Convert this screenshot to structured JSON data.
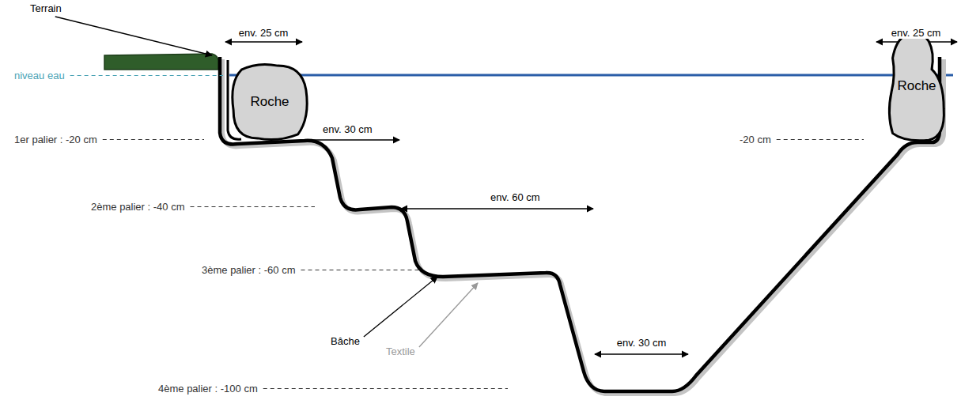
{
  "diagram": {
    "nodes": [
      {
        "text": [
          "Roche"
        ]
      },
      {
        "text": [
          "Roche"
        ]
      }
    ],
    "labels": [
      "Terrain",
      "env. 25 cm",
      "niveau eau",
      "1er palier : -20 cm",
      "env. 30 cm",
      "-20 cm",
      "env. 25 cm",
      "2ème palier : -40 cm",
      "env. 60 cm",
      "3ème palier : -60 cm",
      "Bâche",
      "Textile",
      "env. 30 cm",
      "4ème palier : -100 cm"
    ]
  }
}
